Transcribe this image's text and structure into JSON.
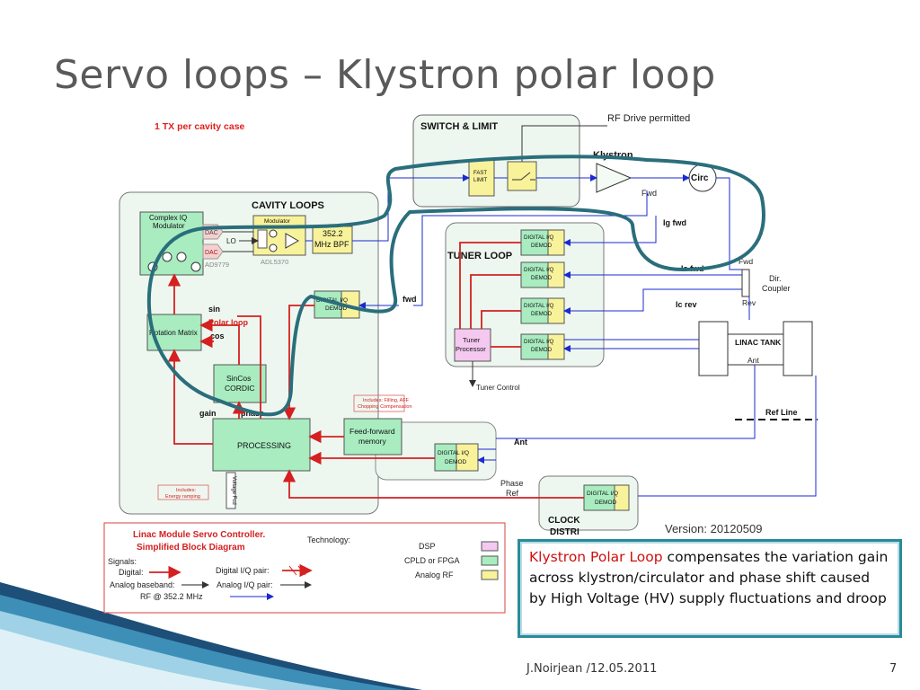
{
  "slide": {
    "title": "Servo loops – Klystron polar loop",
    "footer_author": "J.Noirjean /12.05.2011",
    "page_number": "7"
  },
  "diagram": {
    "case_note": "1 TX per cavity case",
    "switch_limit": "SWITCH & LIMIT",
    "rf_drive": "RF Drive permitted",
    "fast_limit_1": "FAST",
    "fast_limit_2": "LIMIT",
    "klystron": "Klystron",
    "circ": "Circ",
    "fwd_small": "Fwd",
    "ig_fwd": "Ig fwd",
    "cavity_loops": "CAVITY LOOPS",
    "complex_iq_1": "Complex IQ",
    "complex_iq_2": "Modulator",
    "dac": "DAC",
    "ad9779": "AD9779",
    "modulator": "Modulator",
    "adl5370": "ADL5370",
    "lo": "LO",
    "bpf_1": "352.2",
    "bpf_2": "MHz BPF",
    "tuner_loop": "TUNER LOOP",
    "digital_iq": "DIGITAL I/Q",
    "demod": "DEMOD",
    "tuner_processor_1": "Tuner",
    "tuner_processor_2": "Processor",
    "tuner_control": "Tuner Control",
    "ic_fwd": "Ic fwd",
    "fwd_right": "Fwd",
    "dir_coupler_1": "Dir.",
    "dir_coupler_2": "Coupler",
    "rev": "Rev",
    "ic_rev": "Ic rev",
    "fwd_mid": "fwd",
    "linac_tank": "LINAC TANK",
    "ant_tank": "Ant",
    "ref_line": "Ref Line",
    "sin": "sin",
    "polar_loop": "Polar loop",
    "cos": "cos",
    "rotation_matrix": "Rotation Matrix",
    "sincos_1": "SinCos",
    "sincos_2": "CORDIC",
    "gain": "gain",
    "phase": "phase",
    "processing": "PROCESSING",
    "ff_note_1": "Includes: Filling, AFF",
    "ff_note_2": "Chopping Compensation",
    "feed_forward_1": "Feed-forward",
    "feed_forward_2": "memory",
    "ant": "Ant",
    "phase_ref_1": "Phase",
    "phase_ref_2": "Ref",
    "clock_1": "CLOCK",
    "clock_2": "DISTRI",
    "energy_note_1": "Includes:",
    "energy_note_2": "Energy ramping",
    "voltage_fcd": "Voltage Fcd",
    "version": "Version: 20120509"
  },
  "legend": {
    "title_1": "Linac Module Servo Controller.",
    "title_2": "Simplified Block Diagram",
    "technology": "Technology:",
    "signals": "Signals:",
    "digital": "Digital:",
    "digital_iq_pair": "Digital I/Q pair:",
    "analog_baseband": "Analog baseband:",
    "analog_iq_pair": "Analog I/Q pair:",
    "rf": "RF @ 352.2 MHz",
    "dsp": "DSP",
    "cpld": "CPLD or FPGA",
    "analog_rf": "Analog RF"
  },
  "callout": {
    "highlight": "Klystron Polar Loop",
    "text": " compensates the variation gain across klystron/circulator and phase shift caused by High Voltage (HV) supply fluctuations and droop"
  },
  "colors": {
    "title_gray": "#5a5a5a",
    "loop_teal": "#2a6e7c",
    "red_signal": "#d42020",
    "rf_blue": "#1a2ad0",
    "dsp_pink": "#f5c8f0",
    "fpga_green": "#a8ecc0",
    "analog_yellow": "#f8f29a",
    "panel_green": "#eef7ef"
  }
}
